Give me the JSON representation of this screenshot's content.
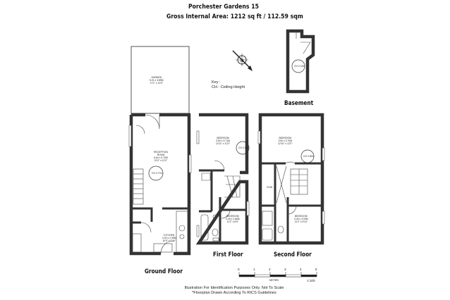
{
  "header": {
    "title": "Porchester Gardens 15",
    "area": "Gross Internal Area: 1212 sq ft / 112.59 sqm"
  },
  "key": {
    "label": "Key :",
    "entry": "CH - Ceiling Height"
  },
  "floors": {
    "ground": "Ground Floor",
    "first": "First Floor",
    "second": "Second Floor",
    "basement": "Basement"
  },
  "rooms": {
    "garden": {
      "name": "GARDEN",
      "dims": "5.21 x 3.89M",
      "imperial": "17'1\" x 12'9\""
    },
    "reception": {
      "name": "RECEPTION ROOM",
      "dims": "6.64 x 3.70M",
      "imperial": "21'9\" x 12'2\""
    },
    "kitchen": {
      "name": "KITCHEN",
      "dims": "3.00 x 2.39M",
      "imperial": "10'0\" x 7'10\""
    },
    "first_bed1": {
      "name": "BEDROOM",
      "dims": "3.90 x 3.71M",
      "imperial": "12'11\" x 12'2\""
    },
    "first_bed2": {
      "name": "BEDROOM",
      "dims": "3.40 x 2.66M",
      "imperial": "11'2\" x 8'9\""
    },
    "second_bed1": {
      "name": "BEDROOM",
      "dims": "3.90 x 3.70M",
      "imperial": "12'10\" x 12'2\""
    },
    "second_bed2": {
      "name": "BEDROOM",
      "dims": "3.40 x 3.00M",
      "imperial": "11'2\" x 9'10\""
    },
    "void": "VOID"
  },
  "ceiling_heights": {
    "ground": "CH 2.77m",
    "first": "CH 2.43m",
    "second": "CH 2.30m",
    "basement": "CH 2.12m"
  },
  "scale": {
    "ticks": [
      "0",
      "1",
      "2",
      "3",
      "4",
      "5"
    ],
    "unit": "METRES",
    "ratio": "1:100"
  },
  "footer": {
    "line1": "Illustration For Identification Purposes Only. Not To Scale",
    "line2": "*Floorplan Drawn According To RICS Guidelines"
  }
}
